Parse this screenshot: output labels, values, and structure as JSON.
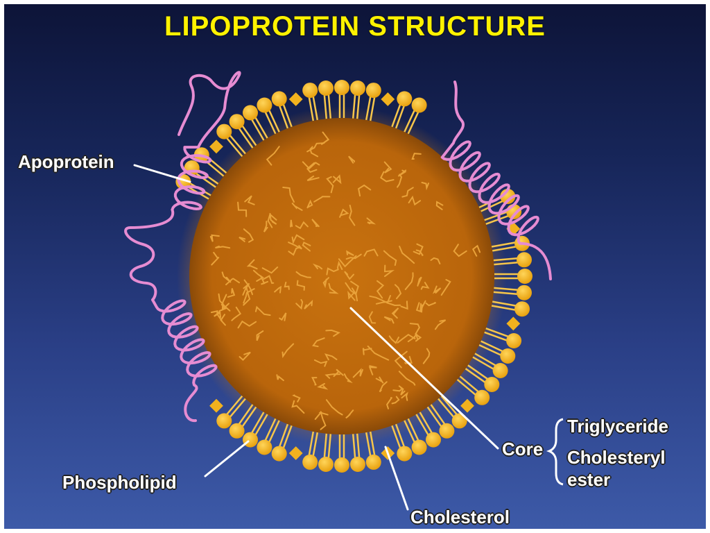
{
  "title": "LIPOPROTEIN STRUCTURE",
  "labels": {
    "apoprotein": "Apoprotein",
    "phospholipid": "Phospholipid",
    "cholesterol": "Cholesterol",
    "core": "Core",
    "core_components": [
      "Triglyceride",
      "Cholesteryl",
      "ester"
    ]
  },
  "colors": {
    "background_top": "#0d1438",
    "background_bottom": "#3d5aa8",
    "title": "#fff200",
    "core": "#c06a0c",
    "phospholipid_head": "#f5b51a",
    "apoprotein": "#e68cd2",
    "label_text": "#ffffff"
  }
}
